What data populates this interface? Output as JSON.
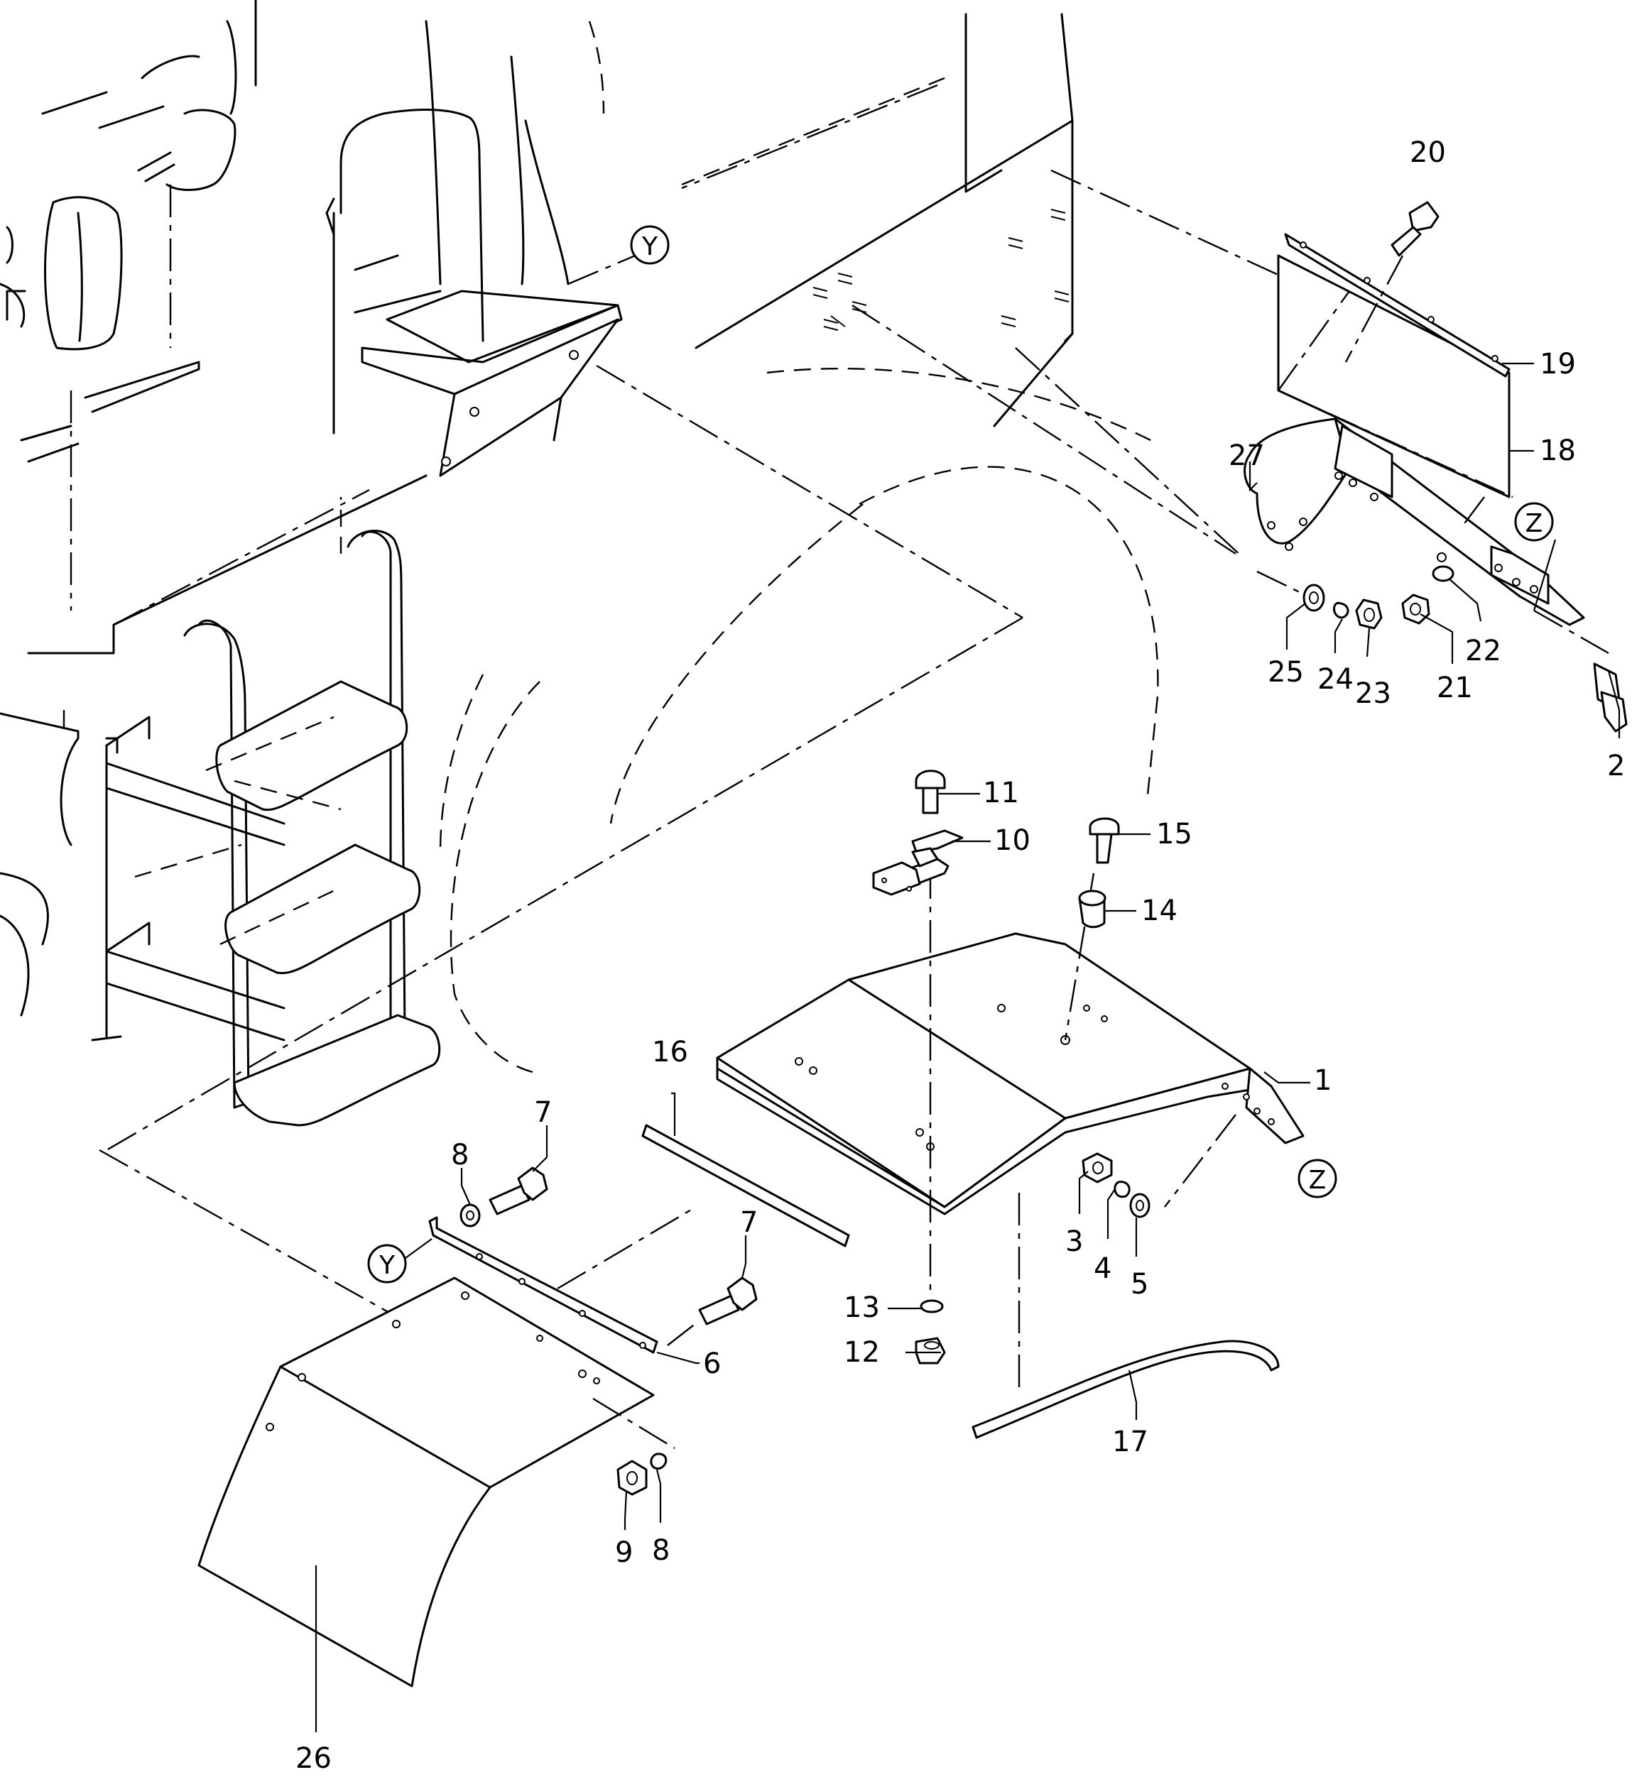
{
  "callouts": [
    {
      "id": "p1",
      "text": "1"
    },
    {
      "id": "p2",
      "text": "2"
    },
    {
      "id": "p3",
      "text": "3"
    },
    {
      "id": "p4",
      "text": "4"
    },
    {
      "id": "p5",
      "text": "5"
    },
    {
      "id": "p6",
      "text": "6"
    },
    {
      "id": "p7a",
      "text": "7"
    },
    {
      "id": "p7b",
      "text": "7"
    },
    {
      "id": "p8a",
      "text": "8"
    },
    {
      "id": "p8b",
      "text": "8"
    },
    {
      "id": "p9",
      "text": "9"
    },
    {
      "id": "p10",
      "text": "10"
    },
    {
      "id": "p11",
      "text": "11"
    },
    {
      "id": "p12",
      "text": "12"
    },
    {
      "id": "p13",
      "text": "13"
    },
    {
      "id": "p14",
      "text": "14"
    },
    {
      "id": "p15",
      "text": "15"
    },
    {
      "id": "p16",
      "text": "16"
    },
    {
      "id": "p17",
      "text": "17"
    },
    {
      "id": "p18",
      "text": "18"
    },
    {
      "id": "p19",
      "text": "19"
    },
    {
      "id": "p20",
      "text": "20"
    },
    {
      "id": "p21",
      "text": "21"
    },
    {
      "id": "p22",
      "text": "22"
    },
    {
      "id": "p23",
      "text": "23"
    },
    {
      "id": "p24",
      "text": "24"
    },
    {
      "id": "p25",
      "text": "25"
    },
    {
      "id": "p26",
      "text": "26"
    },
    {
      "id": "p27",
      "text": "27"
    }
  ],
  "reference_markers": {
    "y_top": "Y",
    "y_bottom": "Y",
    "z_right": "Z",
    "z_center": "Z"
  }
}
